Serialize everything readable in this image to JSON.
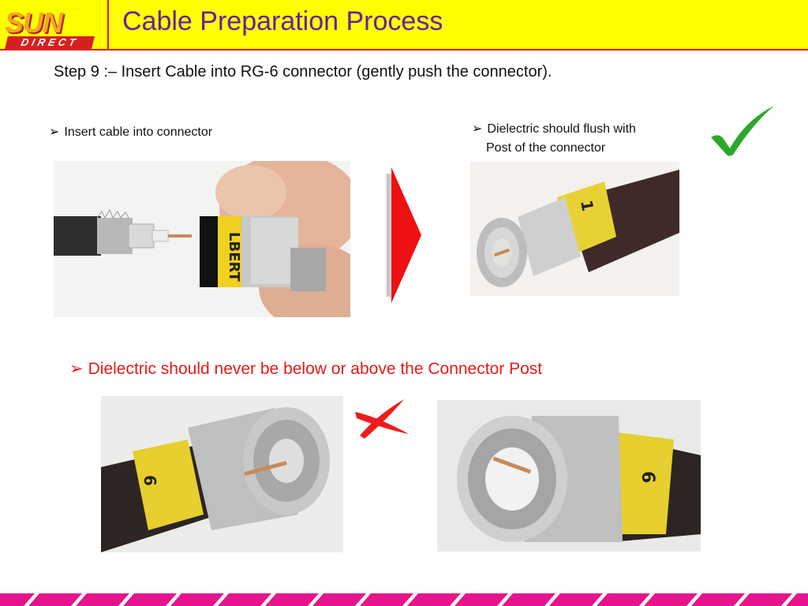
{
  "header": {
    "title": "Cable Preparation Process",
    "logo_top": "SUN",
    "logo_bottom": "DIRECT"
  },
  "step": {
    "text": "Step 9 :– Insert Cable into RG-6 connector (gently push the connector)."
  },
  "bullets": {
    "insert": "Insert cable into connector",
    "flush_line1": "Dielectric should flush with",
    "flush_line2": "Post of the connector",
    "never": "Dielectric should never be below or above the Connector Post"
  },
  "photos": {
    "insert_label": "LBERT",
    "flush_label": "1",
    "below_label": "6",
    "above_label": "6"
  },
  "colors": {
    "header_bg": "#ffff00",
    "title": "#6a1fa0",
    "accent_red": "#e21b1b",
    "check_green": "#2aa82a",
    "footer_magenta": "#e6148c"
  },
  "icons": {
    "bullet": "arrow-bullet-icon",
    "arrow": "red-arrow-right-icon",
    "correct": "checkmark-icon",
    "wrong": "cross-icon"
  }
}
